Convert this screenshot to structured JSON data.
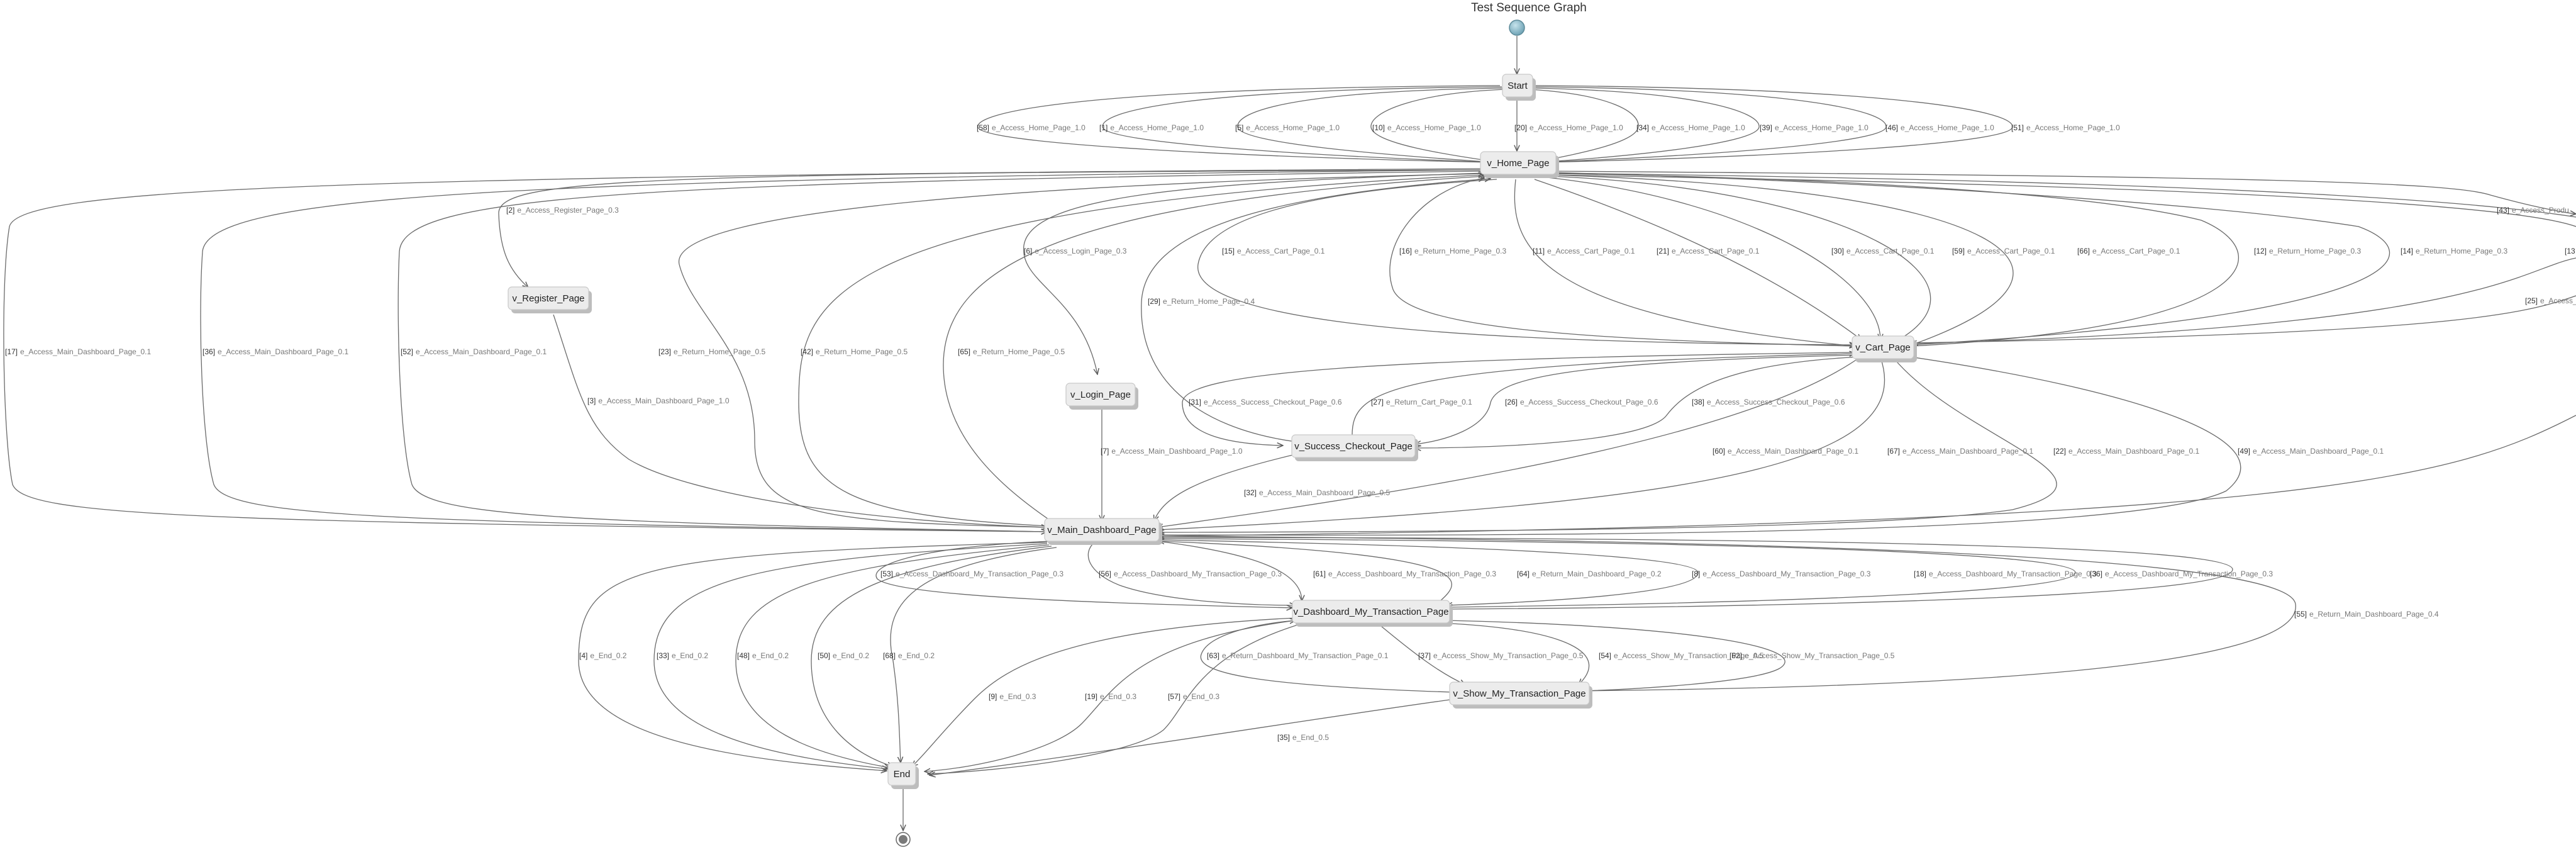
{
  "title": "Test Sequence Graph",
  "nodes": {
    "start": "Start",
    "home": "v_Home_Page",
    "register": "v_Register_Page",
    "login": "v_Login_Page",
    "cart": "v_Cart_Page",
    "checkout": "v_Success_Checkout_Page",
    "dashboard": "v_Main_Dashboard_Page",
    "my_transaction": "v_Dashboard_My_Transaction_Page",
    "show_transaction": "v_Show_My_Transaction_Page",
    "end": "End"
  },
  "edges": [
    {
      "id": "e58",
      "idx": "[58]",
      "text": "e_Access_Home_Page_1.0"
    },
    {
      "id": "e1",
      "idx": "[1]",
      "text": "e_Access_Home_Page_1.0"
    },
    {
      "id": "e5",
      "idx": "[5]",
      "text": "e_Access_Home_Page_1.0"
    },
    {
      "id": "e10",
      "idx": "[10]",
      "text": "e_Access_Home_Page_1.0"
    },
    {
      "id": "e20",
      "idx": "[20]",
      "text": "e_Access_Home_Page_1.0"
    },
    {
      "id": "e34",
      "idx": "[34]",
      "text": "e_Access_Home_Page_1.0"
    },
    {
      "id": "e39",
      "idx": "[39]",
      "text": "e_Access_Home_Page_1.0"
    },
    {
      "id": "e46",
      "idx": "[46]",
      "text": "e_Access_Home_Page_1.0"
    },
    {
      "id": "e51",
      "idx": "[51]",
      "text": "e_Access_Home_Page_1.0"
    },
    {
      "id": "e43",
      "idx": "[43]",
      "text": "e_Access_Produ"
    },
    {
      "id": "e2",
      "idx": "[2]",
      "text": "e_Access_Register_Page_0.3"
    },
    {
      "id": "e6",
      "idx": "[6]",
      "text": "e_Access_Login_Page_0.3"
    },
    {
      "id": "e15",
      "idx": "[15]",
      "text": "e_Access_Cart_Page_0.1"
    },
    {
      "id": "e16",
      "idx": "[16]",
      "text": "e_Return_Home_Page_0.3"
    },
    {
      "id": "e11",
      "idx": "[11]",
      "text": "e_Access_Cart_Page_0.1"
    },
    {
      "id": "e21",
      "idx": "[21]",
      "text": "e_Access_Cart_Page_0.1"
    },
    {
      "id": "e30",
      "idx": "[30]",
      "text": "e_Access_Cart_Page_0.1"
    },
    {
      "id": "e59",
      "idx": "[59]",
      "text": "e_Access_Cart_Page_0.1"
    },
    {
      "id": "e66",
      "idx": "[66]",
      "text": "e_Access_Cart_Page_0.1"
    },
    {
      "id": "e12",
      "idx": "[12]",
      "text": "e_Return_Home_Page_0.3"
    },
    {
      "id": "e14",
      "idx": "[14]",
      "text": "e_Return_Home_Page_0.3"
    },
    {
      "id": "e13",
      "idx": "[13",
      "text": ""
    },
    {
      "id": "e25",
      "idx": "[25]",
      "text": "e_Access_"
    },
    {
      "id": "e17",
      "idx": "[17]",
      "text": "e_Access_Main_Dashboard_Page_0.1"
    },
    {
      "id": "e36",
      "idx": "[36]",
      "text": "e_Access_Main_Dashboard_Page_0.1"
    },
    {
      "id": "e52",
      "idx": "[52]",
      "text": "e_Access_Main_Dashboard_Page_0.1"
    },
    {
      "id": "e23",
      "idx": "[23]",
      "text": "e_Return_Home_Page_0.5"
    },
    {
      "id": "e42",
      "idx": "[42]",
      "text": "e_Return_Home_Page_0.5"
    },
    {
      "id": "e65",
      "idx": "[65]",
      "text": "e_Return_Home_Page_0.5"
    },
    {
      "id": "e29",
      "idx": "[29]",
      "text": "e_Return_Home_Page_0.4"
    },
    {
      "id": "e3",
      "idx": "[3]",
      "text": "e_Access_Main_Dashboard_Page_1.0"
    },
    {
      "id": "e7",
      "idx": "[7]",
      "text": "e_Access_Main_Dashboard_Page_1.0"
    },
    {
      "id": "e31",
      "idx": "[31]",
      "text": "e_Access_Success_Checkout_Page_0.6"
    },
    {
      "id": "e27",
      "idx": "[27]",
      "text": "e_Return_Cart_Page_0.1"
    },
    {
      "id": "e26",
      "idx": "[26]",
      "text": "e_Access_Success_Checkout_Page_0.6"
    },
    {
      "id": "e38",
      "idx": "[38]",
      "text": "e_Access_Success_Checkout_Page_0.6"
    },
    {
      "id": "e32",
      "idx": "[32]",
      "text": "e_Access_Main_Dashboard_Page_0.5"
    },
    {
      "id": "e60",
      "idx": "[60]",
      "text": "e_Access_Main_Dashboard_Page_0.1"
    },
    {
      "id": "e67",
      "idx": "[67]",
      "text": "e_Access_Main_Dashboard_Page_0.1"
    },
    {
      "id": "e22",
      "idx": "[22]",
      "text": "e_Access_Main_Dashboard_Page_0.1"
    },
    {
      "id": "e49",
      "idx": "[49]",
      "text": "e_Access_Main_Dashboard_Page_0.1"
    },
    {
      "id": "e53",
      "idx": "[53]",
      "text": "e_Access_Dashboard_My_Transaction_Page_0.3"
    },
    {
      "id": "e56",
      "idx": "[56]",
      "text": "e_Access_Dashboard_My_Transaction_Page_0.3"
    },
    {
      "id": "e61",
      "idx": "[61]",
      "text": "e_Access_Dashboard_My_Transaction_Page_0.3"
    },
    {
      "id": "e64",
      "idx": "[64]",
      "text": "e_Return_Main_Dashboard_Page_0.2"
    },
    {
      "id": "e8",
      "idx": "[8]",
      "text": "e_Access_Dashboard_My_Transaction_Page_0.3"
    },
    {
      "id": "e18",
      "idx": "[18]",
      "text": "e_Access_Dashboard_My_Transaction_Page_0.3"
    },
    {
      "id": "e36b",
      "idx": "[36]",
      "text": "e_Access_Dashboard_My_Transaction_Page_0.3"
    },
    {
      "id": "e55",
      "idx": "[55]",
      "text": "e_Return_Main_Dashboard_Page_0.4"
    },
    {
      "id": "e4",
      "idx": "[4]",
      "text": "e_End_0.2"
    },
    {
      "id": "e33",
      "idx": "[33]",
      "text": "e_End_0.2"
    },
    {
      "id": "e48",
      "idx": "[48]",
      "text": "e_End_0.2"
    },
    {
      "id": "e50",
      "idx": "[50]",
      "text": "e_End_0.2"
    },
    {
      "id": "e68",
      "idx": "[68]",
      "text": "e_End_0.2"
    },
    {
      "id": "e63",
      "idx": "[63]",
      "text": "e_Return_Dashboard_My_Transaction_Page_0.1"
    },
    {
      "id": "e37",
      "idx": "[37]",
      "text": "e_Access_Show_My_Transaction_Page_0.5"
    },
    {
      "id": "e54",
      "idx": "[54]",
      "text": "e_Access_Show_My_Transaction_Page_0.5"
    },
    {
      "id": "e62",
      "idx": "[62]",
      "text": "e_Access_Show_My_Transaction_Page_0.5"
    },
    {
      "id": "e9",
      "idx": "[9]",
      "text": "e_End_0.3"
    },
    {
      "id": "e19",
      "idx": "[19]",
      "text": "e_End_0.3"
    },
    {
      "id": "e57",
      "idx": "[57]",
      "text": "e_End_0.3"
    },
    {
      "id": "e35",
      "idx": "[35]",
      "text": "e_End_0.5"
    }
  ]
}
